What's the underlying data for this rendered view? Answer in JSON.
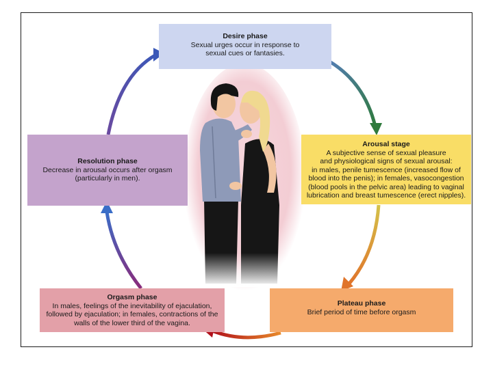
{
  "phases": {
    "desire": {
      "title": "Desire phase",
      "body": "Sexual urges occur in response to\nsexual cues or fantasies."
    },
    "arousal": {
      "title": "Arousal stage",
      "body": "A subjective sense of sexual pleasure\nand physiological signs of sexual arousal:\nin males, penile tumescence (increased flow of\nblood into the penis); in females, vasocongestion\n(blood pools in the pelvic area) leading to vaginal\nlubrication and breast tumescence (erect nipples)."
    },
    "plateau": {
      "title": "Plateau phase",
      "body": "Brief period of time before orgasm"
    },
    "orgasm": {
      "title": "Orgasm phase",
      "body": "In males, feelings of the inevitability of ejaculation,\nfollowed by ejaculation; in females, contractions of the\nwalls of the lower third of the vagina."
    },
    "resolution": {
      "title": "Resolution phase",
      "body": "Decrease in arousal occurs after orgasm\n(particularly in men)."
    }
  },
  "colors": {
    "desire": "#cdd6f0",
    "arousal": "#f9dd66",
    "plateau": "#f5aa6c",
    "orgasm": "#e3a0a8",
    "resolution": "#c4a3cc"
  }
}
